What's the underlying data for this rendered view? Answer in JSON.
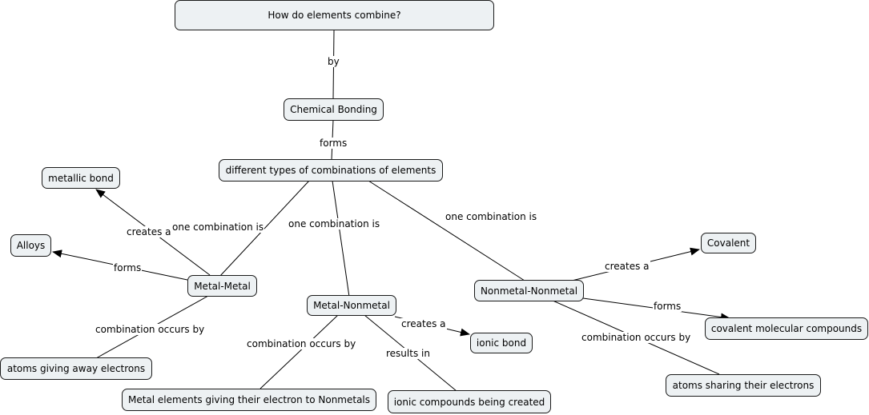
{
  "nodes": {
    "question": "How do elements combine?",
    "chemical_bonding": "Chemical Bonding",
    "combinations": "different types of combinations of elements",
    "metallic_bond": "metallic bond",
    "alloys": "Alloys",
    "metal_metal": "Metal-Metal",
    "metal_nonmetal": "Metal-Nonmetal",
    "nonmetal_nonmetal": "Nonmetal-Nonmetal",
    "covalent": "Covalent",
    "covalent_molecular": "covalent molecular compounds",
    "ionic_bond": "ionic bond",
    "atoms_giving": "atoms giving away electrons",
    "metal_giving": "Metal elements giving their electron to Nonmetals",
    "ionic_compounds": "ionic compounds being created",
    "atoms_sharing": "atoms sharing their electrons"
  },
  "links": {
    "by": "by",
    "forms_1": "forms",
    "one_combination_1": "one combination is",
    "one_combination_2": "one combination is",
    "one_combination_3": "one combination is",
    "creates_a_1": "creates a",
    "forms_2": "forms",
    "combination_occurs_1": "combination occurs by",
    "creates_a_2": "creates a",
    "results_in": "results in",
    "combination_occurs_2": "combination occurs by",
    "creates_a_3": "creates a",
    "forms_3": "forms",
    "combination_occurs_3": "combination occurs by"
  }
}
